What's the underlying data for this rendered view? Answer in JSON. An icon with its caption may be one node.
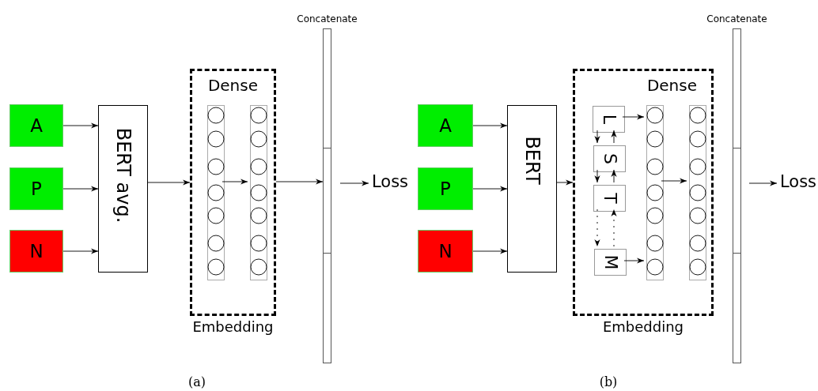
{
  "diagram": {
    "nodes": [
      {
        "text": [
          "A"
        ]
      },
      {
        "text": [
          "P"
        ]
      },
      {
        "text": [
          "N"
        ]
      },
      {
        "text": [
          "BERT avg."
        ]
      },
      {
        "text": [
          "Dense"
        ],
        "beside": [
          "Embedding"
        ]
      },
      {
        "text": [],
        "shape": "bar",
        "in": 4
      },
      {
        "text": [],
        "shape": "bar",
        "in": 4
      },
      {
        "text": [
          "Concatenate"
        ]
      },
      {
        "text": [
          "Loss"
        ]
      },
      {
        "text": [
          "A"
        ]
      },
      {
        "text": [
          "P"
        ]
      },
      {
        "text": [
          "N"
        ]
      },
      {
        "text": [
          "BERT"
        ]
      },
      {
        "text": [
          "Dense"
        ],
        "beside": [
          "Embedding"
        ]
      },
      {
        "text": [
          "L"
        ],
        "in": 13
      },
      {
        "text": [
          "S"
        ],
        "in": 13
      },
      {
        "text": [
          "T"
        ],
        "in": 13
      },
      {
        "text": [
          "M"
        ],
        "in": 13
      },
      {
        "text": [],
        "shape": "bar",
        "in": 13
      },
      {
        "text": [],
        "shape": "bar",
        "in": 13
      },
      {
        "text": [
          "Concatenate"
        ]
      },
      {
        "text": [
          "Loss"
        ]
      }
    ],
    "edges": [
      {
        "from": 0,
        "to": 3,
        "arrow": "to"
      },
      {
        "from": 1,
        "to": 3,
        "arrow": "to"
      },
      {
        "from": 2,
        "to": 3,
        "arrow": "to"
      },
      {
        "from": 3,
        "to": 4,
        "arrow": "to"
      },
      {
        "from": 5,
        "to": 6,
        "arrow": "to"
      },
      {
        "from": 4,
        "to": 7,
        "arrow": "to"
      },
      {
        "from": 7,
        "to": 8,
        "arrow": "to"
      },
      {
        "from": 9,
        "to": 12,
        "arrow": "to"
      },
      {
        "from": 10,
        "to": 12,
        "arrow": "to"
      },
      {
        "from": 11,
        "to": 12,
        "arrow": "to"
      },
      {
        "from": 12,
        "to": 13,
        "arrow": "to"
      },
      {
        "from": 14,
        "to": 18,
        "arrow": "to"
      },
      {
        "from": 17,
        "to": 18,
        "arrow": "to"
      },
      {
        "from": 18,
        "to": 19,
        "arrow": "to"
      },
      {
        "from": 14,
        "to": 15,
        "arrow": "to"
      },
      {
        "from": 15,
        "to": 14,
        "arrow": "to"
      },
      {
        "from": 15,
        "to": 16,
        "arrow": "to"
      },
      {
        "from": 16,
        "to": 15,
        "arrow": "to"
      },
      {
        "from": 16,
        "to": 17,
        "arrow": "to",
        "style": "dashed"
      },
      {
        "from": 17,
        "to": 16,
        "arrow": "to",
        "style": "dashed"
      },
      {
        "from": 20,
        "to": 21,
        "arrow": "to"
      }
    ],
    "labels": [
      "(a)",
      "(b)"
    ]
  }
}
